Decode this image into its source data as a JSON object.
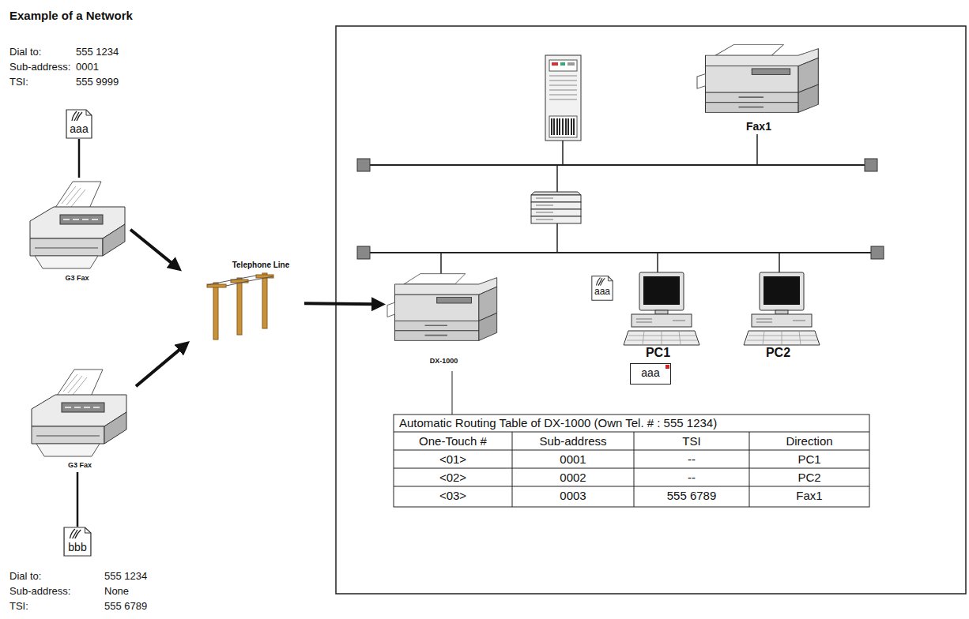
{
  "diagram": {
    "title": "Example of a Network",
    "nodes": [
      {
        "text": [
          "aaa"
        ]
      },
      {
        "text": [
          "G3 Fax"
        ]
      },
      {
        "text": [
          "G3 Fax"
        ]
      },
      {
        "text": [
          "bbb"
        ]
      },
      {
        "text": [
          "Telephone Line"
        ]
      },
      {
        "text": [
          "Fax1"
        ]
      },
      {
        "text": [
          "DX-1000"
        ]
      },
      {
        "text": [
          "aaa"
        ]
      },
      {
        "text": [
          "PC1"
        ]
      },
      {
        "text": [
          "aaa"
        ]
      },
      {
        "text": [
          "PC2"
        ]
      }
    ],
    "edges": [
      {
        "from": 0,
        "to": 1,
        "arrow": "none"
      },
      {
        "from": 2,
        "to": 3,
        "arrow": "none"
      },
      {
        "from": 1,
        "to": 4,
        "arrow": "to"
      },
      {
        "from": 2,
        "to": 4,
        "arrow": "to"
      },
      {
        "from": 4,
        "to": 6,
        "arrow": "to"
      }
    ],
    "labels": [
      "Dial to:",
      "555 1234",
      "Sub-address:",
      "0001",
      "TSI:",
      "555 9999",
      "Automatic Routing Table of DX-1000 (Own Tel. # : 555 1234)",
      "One-Touch #",
      "Sub-address",
      "TSI",
      "Direction",
      "<01>",
      "0001",
      "--",
      "PC1",
      "<02>",
      "0002",
      "--",
      "PC2",
      "<03>",
      "0003",
      "555 6789",
      "Fax1",
      "Dial to:",
      "555 1234",
      "Sub-address:",
      "None",
      "TSI:",
      "555 6789"
    ]
  }
}
